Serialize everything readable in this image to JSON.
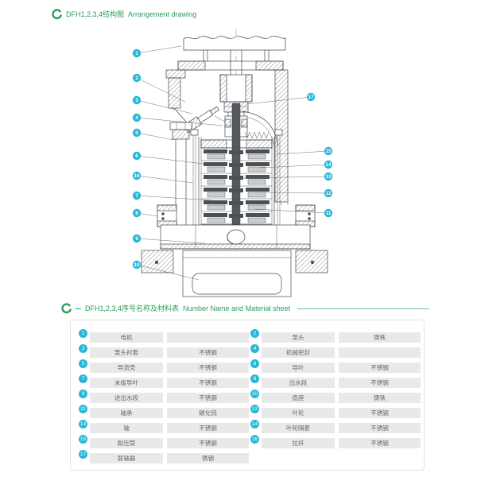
{
  "colors": {
    "accent_green": "#2a9d5c",
    "callout_cyan": "#29b7d9",
    "cell_gray": "#e9e9e9"
  },
  "drawing_section": {
    "title_zh": "DFH1,2,3,4结构图",
    "title_en": "Arrangement drawing",
    "callouts": [
      "1",
      "2",
      "3",
      "4",
      "5",
      "6",
      "16",
      "7",
      "8",
      "9",
      "10",
      "17",
      "15",
      "14",
      "13",
      "12",
      "11"
    ]
  },
  "table_section": {
    "title_zh": "DFH1,2,3,4序号名称及材料表",
    "title_en": "Number  Name and Material sheet",
    "columns_left": [
      {
        "no": "1",
        "name": "电机",
        "material": ""
      },
      {
        "no": "3",
        "name": "泵头衬套",
        "material": "不锈钢"
      },
      {
        "no": "5",
        "name": "导流壳",
        "material": "不锈钢"
      },
      {
        "no": "7",
        "name": "末级导叶",
        "material": "不锈钢"
      },
      {
        "no": "9",
        "name": "进出水段",
        "material": "不锈钢"
      },
      {
        "no": "11",
        "name": "轴承",
        "material": "碳化钨"
      },
      {
        "no": "13",
        "name": "轴",
        "material": "不锈钢"
      },
      {
        "no": "15",
        "name": "耐压筒",
        "material": "不锈钢"
      },
      {
        "no": "17",
        "name": "联轴器",
        "material": "铸钢"
      }
    ],
    "columns_right": [
      {
        "no": "2",
        "name": "泵头",
        "material": "铸铁"
      },
      {
        "no": "4",
        "name": "机械密封",
        "material": ""
      },
      {
        "no": "6",
        "name": "导叶",
        "material": "不锈钢"
      },
      {
        "no": "8",
        "name": "出水段",
        "material": "不锈钢"
      },
      {
        "no": "10",
        "name": "底座",
        "material": "铸铁"
      },
      {
        "no": "12",
        "name": "叶轮",
        "material": "不锈钢"
      },
      {
        "no": "14",
        "name": "叶轮隔套",
        "material": "不锈钢"
      },
      {
        "no": "16",
        "name": "拉杆",
        "material": "不锈钢"
      }
    ]
  }
}
